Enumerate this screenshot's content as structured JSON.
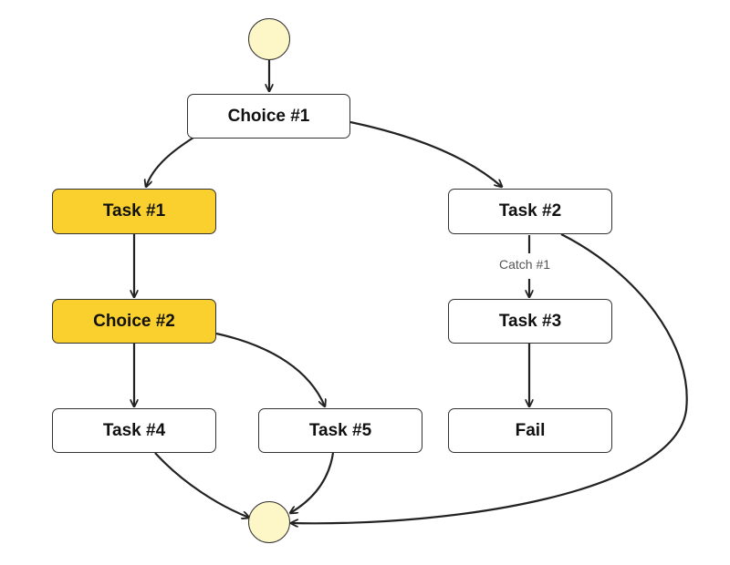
{
  "colors": {
    "highlight_fill": "#f9d02d",
    "terminal_fill": "#fdf7c7",
    "node_fill": "#ffffff",
    "stroke": "#222222"
  },
  "nodes": {
    "start": {
      "shape": "circle"
    },
    "choice1": {
      "label": "Choice #1"
    },
    "task1": {
      "label": "Task #1",
      "highlighted": true
    },
    "task2": {
      "label": "Task #2"
    },
    "choice2": {
      "label": "Choice #2",
      "highlighted": true
    },
    "task3": {
      "label": "Task #3"
    },
    "task4": {
      "label": "Task #4"
    },
    "task5": {
      "label": "Task #5"
    },
    "fail": {
      "label": "Fail"
    },
    "end": {
      "shape": "circle"
    }
  },
  "edges": [
    {
      "from": "start",
      "to": "choice1"
    },
    {
      "from": "choice1",
      "to": "task1"
    },
    {
      "from": "choice1",
      "to": "task2"
    },
    {
      "from": "task1",
      "to": "choice2"
    },
    {
      "from": "task2",
      "to": "task3",
      "label": "Catch #1"
    },
    {
      "from": "task2",
      "to": "end"
    },
    {
      "from": "choice2",
      "to": "task4"
    },
    {
      "from": "choice2",
      "to": "task5"
    },
    {
      "from": "task3",
      "to": "fail"
    },
    {
      "from": "task4",
      "to": "end"
    },
    {
      "from": "task5",
      "to": "end"
    }
  ]
}
